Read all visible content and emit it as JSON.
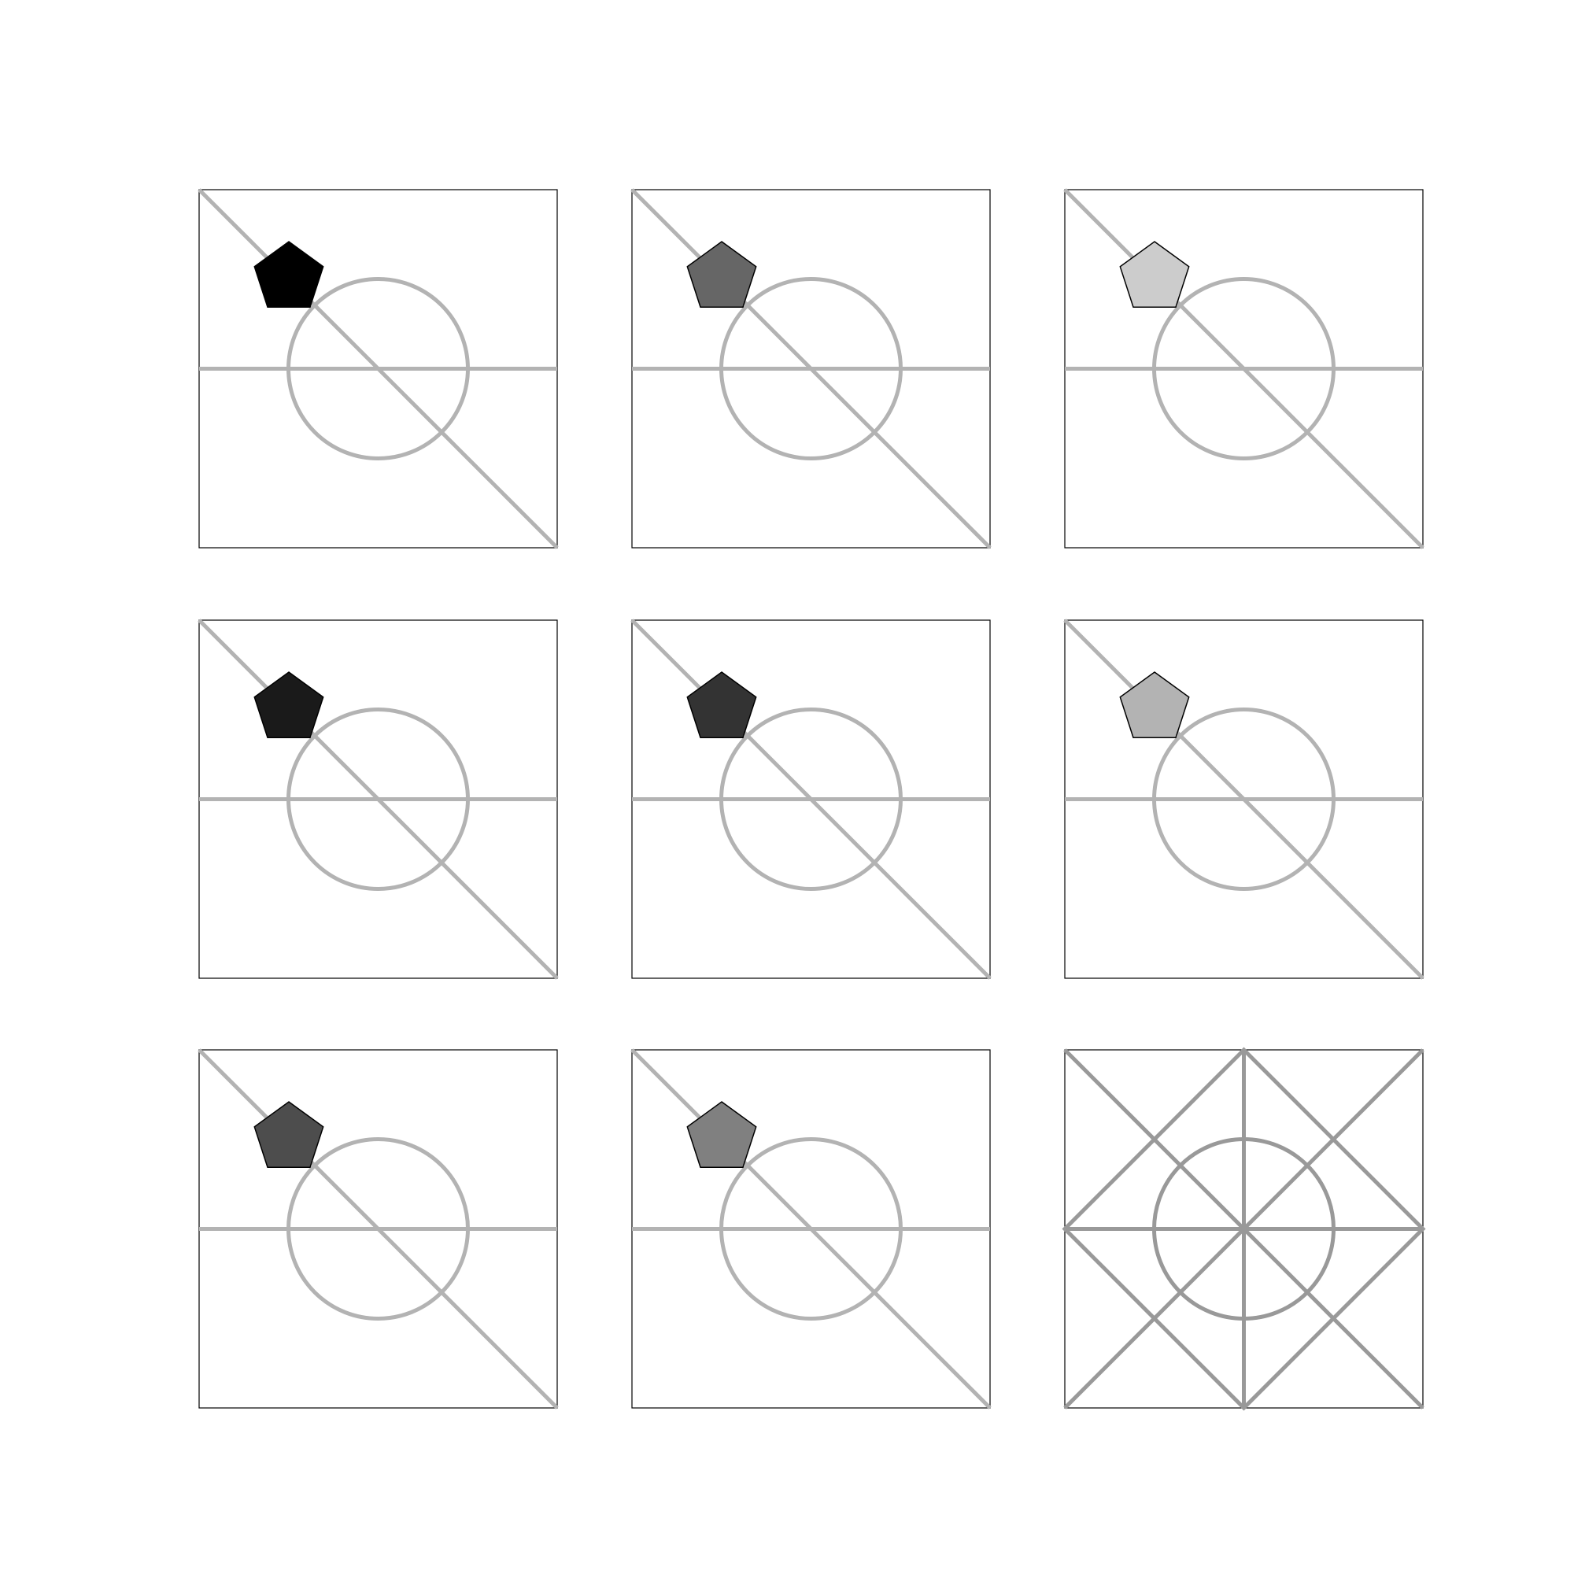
{
  "puzzle": {
    "panel_count": 9,
    "colors": {
      "panel_border": "#000000",
      "guide_lines": "#b3b3b3",
      "answer_guide_lines": "#999999",
      "background": "#ffffff",
      "pentagon_stroke": "#000000"
    },
    "panels": [
      {
        "row": 1,
        "col": 1,
        "type": "pentagon-panel",
        "shape": "pentagon",
        "fill": "#000000"
      },
      {
        "row": 1,
        "col": 2,
        "type": "pentagon-panel",
        "shape": "pentagon",
        "fill": "#666666"
      },
      {
        "row": 1,
        "col": 3,
        "type": "pentagon-panel",
        "shape": "pentagon",
        "fill": "#cccccc"
      },
      {
        "row": 2,
        "col": 1,
        "type": "pentagon-panel",
        "shape": "pentagon",
        "fill": "#1a1a1a"
      },
      {
        "row": 2,
        "col": 2,
        "type": "pentagon-panel",
        "shape": "pentagon",
        "fill": "#333333"
      },
      {
        "row": 2,
        "col": 3,
        "type": "pentagon-panel",
        "shape": "pentagon",
        "fill": "#b3b3b3"
      },
      {
        "row": 3,
        "col": 1,
        "type": "pentagon-panel",
        "shape": "pentagon",
        "fill": "#4d4d4d"
      },
      {
        "row": 3,
        "col": 2,
        "type": "pentagon-panel",
        "shape": "pentagon",
        "fill": "#808080"
      },
      {
        "row": 3,
        "col": 3,
        "type": "answer-panel",
        "shape": "none",
        "fill": "none"
      }
    ]
  }
}
